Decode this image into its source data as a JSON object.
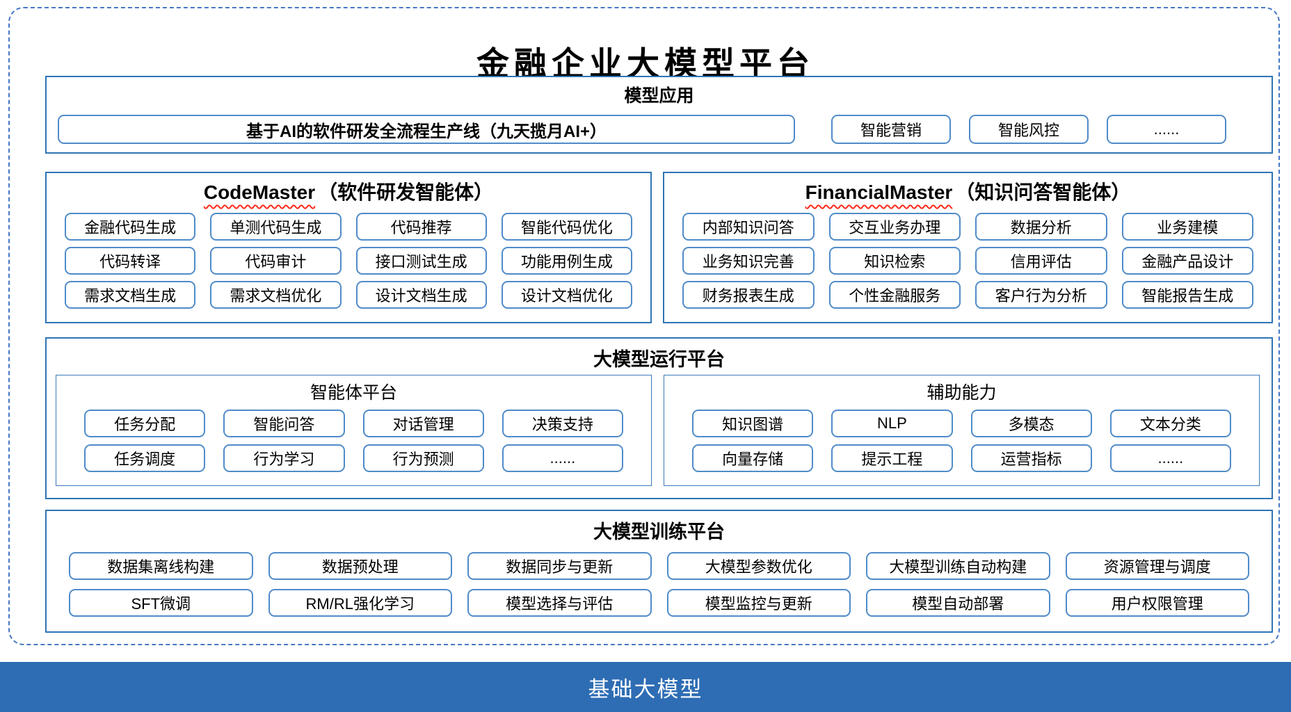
{
  "title": "金融企业大模型平台",
  "colors": {
    "section_border": "#2E74B5",
    "pill_border": "#4F8BC9",
    "dashed_frame": "#4677C6",
    "squiggle_red": "#FF2A1A",
    "footer_bg": "#2E6DB4",
    "footer_text": "#FFFFFF"
  },
  "model_app": {
    "header": "模型应用",
    "main_pill": "基于AI的软件研发全流程生产线（九天揽月AI+）",
    "pills": [
      "智能营销",
      "智能风控",
      "......"
    ]
  },
  "codemaster": {
    "title_en": "CodeMaster",
    "title_zh": "（软件研发智能体）",
    "items": [
      "金融代码生成",
      "单测代码生成",
      "代码推荐",
      "智能代码优化",
      "代码转译",
      "代码审计",
      "接口测试生成",
      "功能用例生成",
      "需求文档生成",
      "需求文档优化",
      "设计文档生成",
      "设计文档优化"
    ]
  },
  "financialmaster": {
    "title_en": "FinancialMaster",
    "title_zh": "（知识问答智能体）",
    "items": [
      "内部知识问答",
      "交互业务办理",
      "数据分析",
      "业务建模",
      "业务知识完善",
      "知识检索",
      "信用评估",
      "金融产品设计",
      "财务报表生成",
      "个性金融服务",
      "客户行为分析",
      "智能报告生成"
    ]
  },
  "runtime_platform": {
    "header": "大模型运行平台",
    "agent_platform": {
      "header": "智能体平台",
      "items": [
        "任务分配",
        "智能问答",
        "对话管理",
        "决策支持",
        "任务调度",
        "行为学习",
        "行为预测",
        "......"
      ]
    },
    "aux_capability": {
      "header": "辅助能力",
      "items": [
        "知识图谱",
        "NLP",
        "多模态",
        "文本分类",
        "向量存储",
        "提示工程",
        "运营指标",
        "......"
      ]
    }
  },
  "training_platform": {
    "header": "大模型训练平台",
    "items": [
      "数据集离线构建",
      "数据预处理",
      "数据同步与更新",
      "大模型参数优化",
      "大模型训练自动构建",
      "资源管理与调度",
      "SFT微调",
      "RM/RL强化学习",
      "模型选择与评估",
      "模型监控与更新",
      "模型自动部署",
      "用户权限管理"
    ]
  },
  "footer": {
    "label": "基础大模型"
  }
}
